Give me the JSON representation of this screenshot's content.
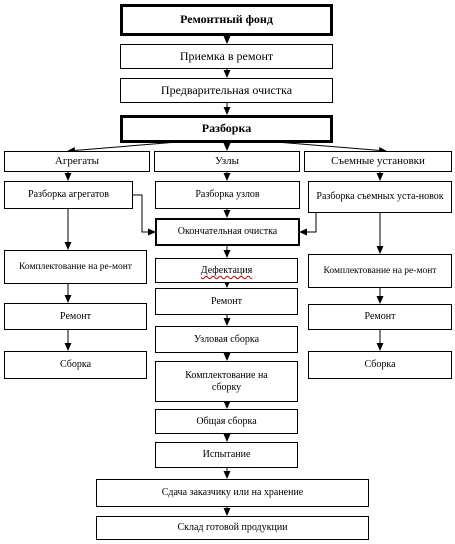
{
  "nodes": {
    "repair_fund": "Ремонтный фонд",
    "acceptance": "Приемка в ремонт",
    "pre_cleaning": "Предварительная очистка",
    "disassembly": "Разборка",
    "aggregates": "Агрегаты",
    "units": "Узлы",
    "removable": "Съемные установки",
    "agg_disassembly": "Разборка агрегатов",
    "units_disassembly": "Разборка узлов",
    "removable_disassembly": "Разборка съемных уста-новок",
    "final_cleaning": "Окончательная очистка",
    "defect_detection": "Дефектация",
    "agg_kitting": "Комплектование на ре-монт",
    "rem_kitting": "Комплектование на ре-монт",
    "agg_repair": "Ремонт",
    "units_repair": "Ремонт",
    "rem_repair": "Ремонт",
    "agg_assembly": "Сборка",
    "unit_assembly": "Узловая сборка",
    "rem_assembly": "Сборка",
    "kitting_assembly": "Комплектование на сборку",
    "general_assembly": "Общая сборка",
    "testing": "Испытание",
    "delivery": "Сдача заказчику или на хранение",
    "warehouse": "Склад готовой продукции"
  }
}
